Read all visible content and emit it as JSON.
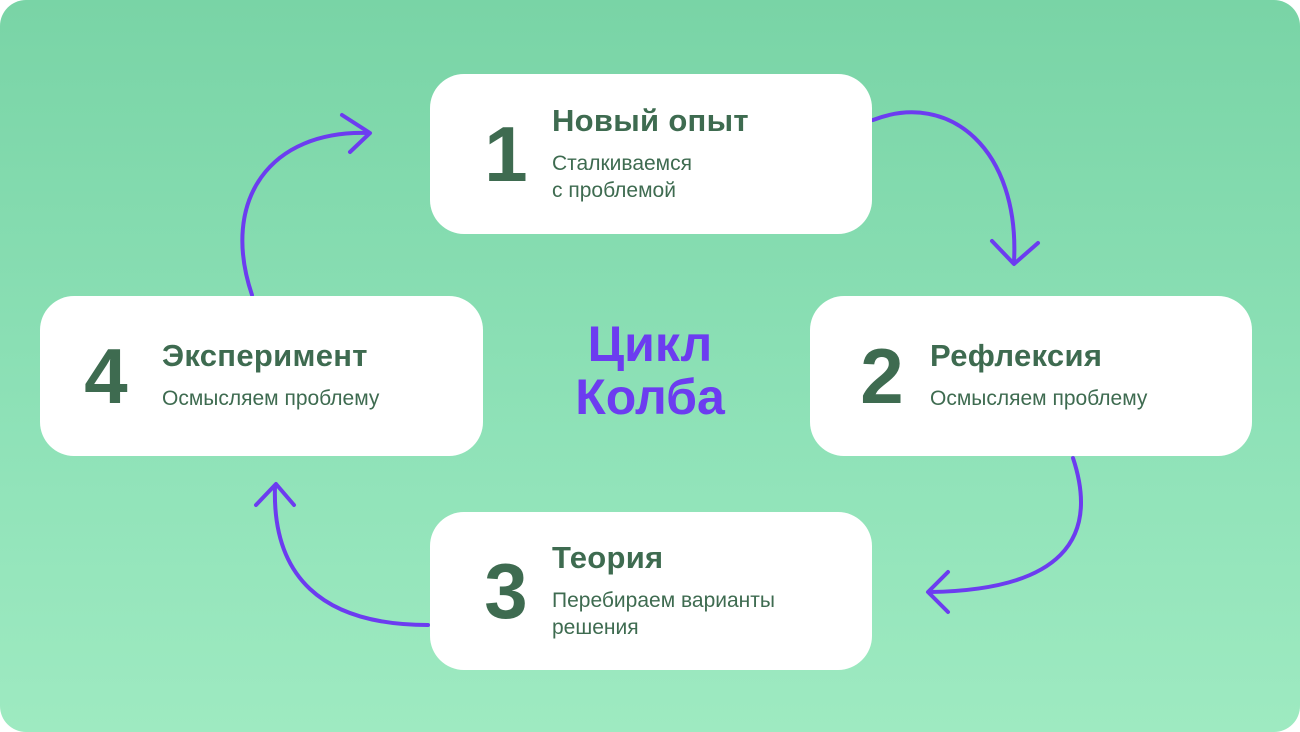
{
  "diagram": {
    "title_line1": "Цикл",
    "title_line2": "Колба",
    "steps": [
      {
        "number": "1",
        "title": "Новый опыт",
        "desc_line1": "Сталкиваемся",
        "desc_line2": "с проблемой"
      },
      {
        "number": "2",
        "title": "Рефлексия",
        "desc_line1": "Осмысляем проблему",
        "desc_line2": ""
      },
      {
        "number": "3",
        "title": "Теория",
        "desc_line1": "Перебираем варианты",
        "desc_line2": "решения"
      },
      {
        "number": "4",
        "title": "Эксперимент",
        "desc_line1": "Осмысляем проблему",
        "desc_line2": ""
      }
    ]
  },
  "colors": {
    "background_top": "#79d4a6",
    "background_bottom": "#9eeac1",
    "card": "#ffffff",
    "text": "#3e6b50",
    "accent": "#6c3cf0"
  }
}
